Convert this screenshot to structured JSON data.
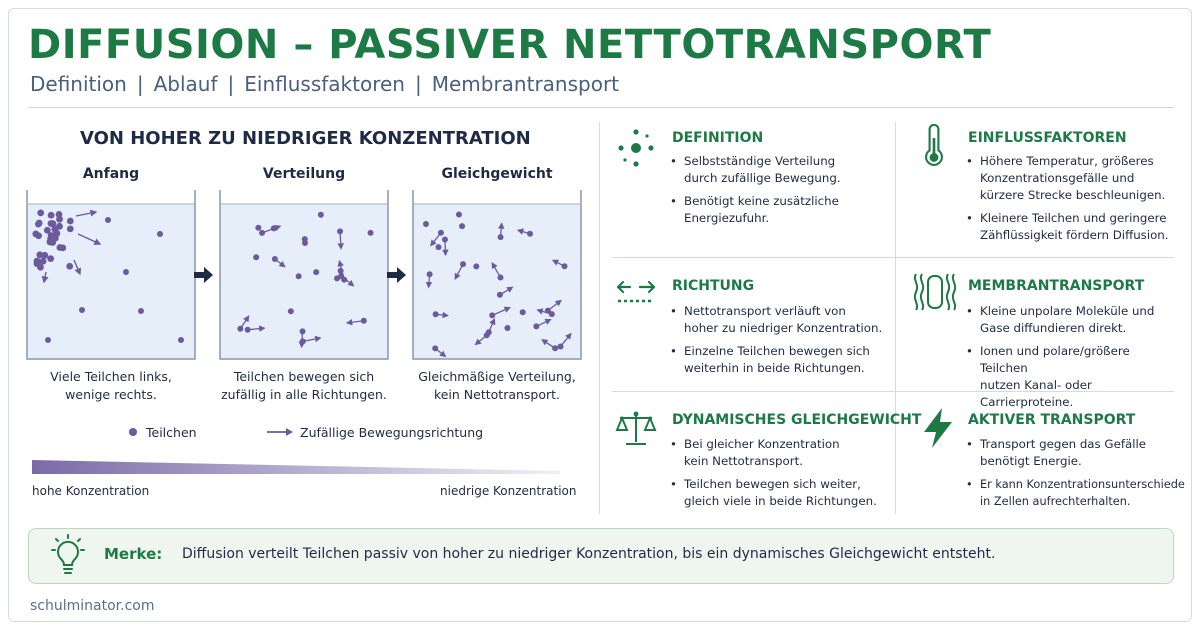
{
  "header": {
    "title": "DIFFUSION – PASSIVER NETTOTRANSPORT",
    "subtitle": [
      "Definition",
      "Ablauf",
      "Einflussfaktoren",
      "Membrantransport"
    ],
    "separator": "|"
  },
  "diagram": {
    "heading": "VON HOHER ZU NIEDRIGER KONZENTRATION",
    "stages": [
      {
        "label": "Anfang",
        "caption_lines": [
          "Viele Teilchen links,",
          "wenige rechts."
        ]
      },
      {
        "label": "Verteilung",
        "caption_lines": [
          "Teilchen bewegen sich",
          "zufällig in alle Richtungen."
        ]
      },
      {
        "label": "Gleichgewicht",
        "caption_lines": [
          "Gleichmäßige Verteilung,",
          "kein Nettotransport."
        ]
      }
    ],
    "legend": {
      "particle": "Teilchen",
      "arrow": "Zufällige Bewegungsrichtung"
    },
    "gradient": {
      "high": "hohe Konzentration",
      "low": "niedrige Konzentration"
    }
  },
  "cards": [
    {
      "id": "definition",
      "title": "DEFINITION",
      "icon": "particles-icon",
      "bullets": [
        [
          "Selbstständige Verteilung",
          "durch zufällige Bewegung."
        ],
        [
          "Benötigt keine zusätzliche",
          "Energiezufuhr."
        ]
      ]
    },
    {
      "id": "einfluss",
      "title": "EINFLUSSFAKTOREN",
      "icon": "thermometer-icon",
      "bullets": [
        [
          "Höhere Temperatur, größeres",
          "Konzentrationsgefälle und",
          "kürzere Strecke beschleunigen."
        ],
        [
          "Kleinere Teilchen und geringere",
          "Zähflüssigkeit fördern Diffusion."
        ]
      ]
    },
    {
      "id": "richtung",
      "title": "RICHTUNG",
      "icon": "bidirectional-arrow-icon",
      "bullets": [
        [
          "Nettotransport verläuft von",
          "hoher zu niedriger Konzentration."
        ],
        [
          "Einzelne Teilchen bewegen sich",
          "weiterhin in beide Richtungen."
        ]
      ]
    },
    {
      "id": "membran",
      "title": "MEMBRANTRANSPORT",
      "icon": "membrane-icon",
      "bullets": [
        [
          "Kleine unpolare Moleküle und",
          "Gase diffundieren direkt."
        ],
        [
          "Ionen und polare/größere Teilchen",
          "nutzen Kanal- oder Carrierproteine."
        ]
      ]
    },
    {
      "id": "gleichgewicht",
      "title": "DYNAMISCHES GLEICHGEWICHT",
      "icon": "balance-scale-icon",
      "bullets": [
        [
          "Bei gleicher Konzentration",
          "kein Nettotransport."
        ],
        [
          "Teilchen bewegen sich weiter,",
          "gleich viele in beide Richtungen."
        ]
      ]
    },
    {
      "id": "aktiv",
      "title": "AKTIVER TRANSPORT",
      "icon": "lightning-icon",
      "bullets": [
        [
          "Transport gegen das Gefälle",
          "benötigt Energie."
        ],
        [
          "Er kann Konzentrationsunterschiede",
          "in Zellen aufrechterhalten."
        ]
      ]
    }
  ],
  "merke": {
    "label": "Merke:",
    "text": "Diffusion verteilt Teilchen passiv von hoher zu niedriger Konzentration, bis ein dynamisches Gleichgewicht entsteht.",
    "icon": "lightbulb-icon"
  },
  "footer": "schulminator.com",
  "colors": {
    "accent": "#1e7a45",
    "particle": "#6c5a9c",
    "liquid": "#e6eefa",
    "text": "#1f2a44"
  }
}
